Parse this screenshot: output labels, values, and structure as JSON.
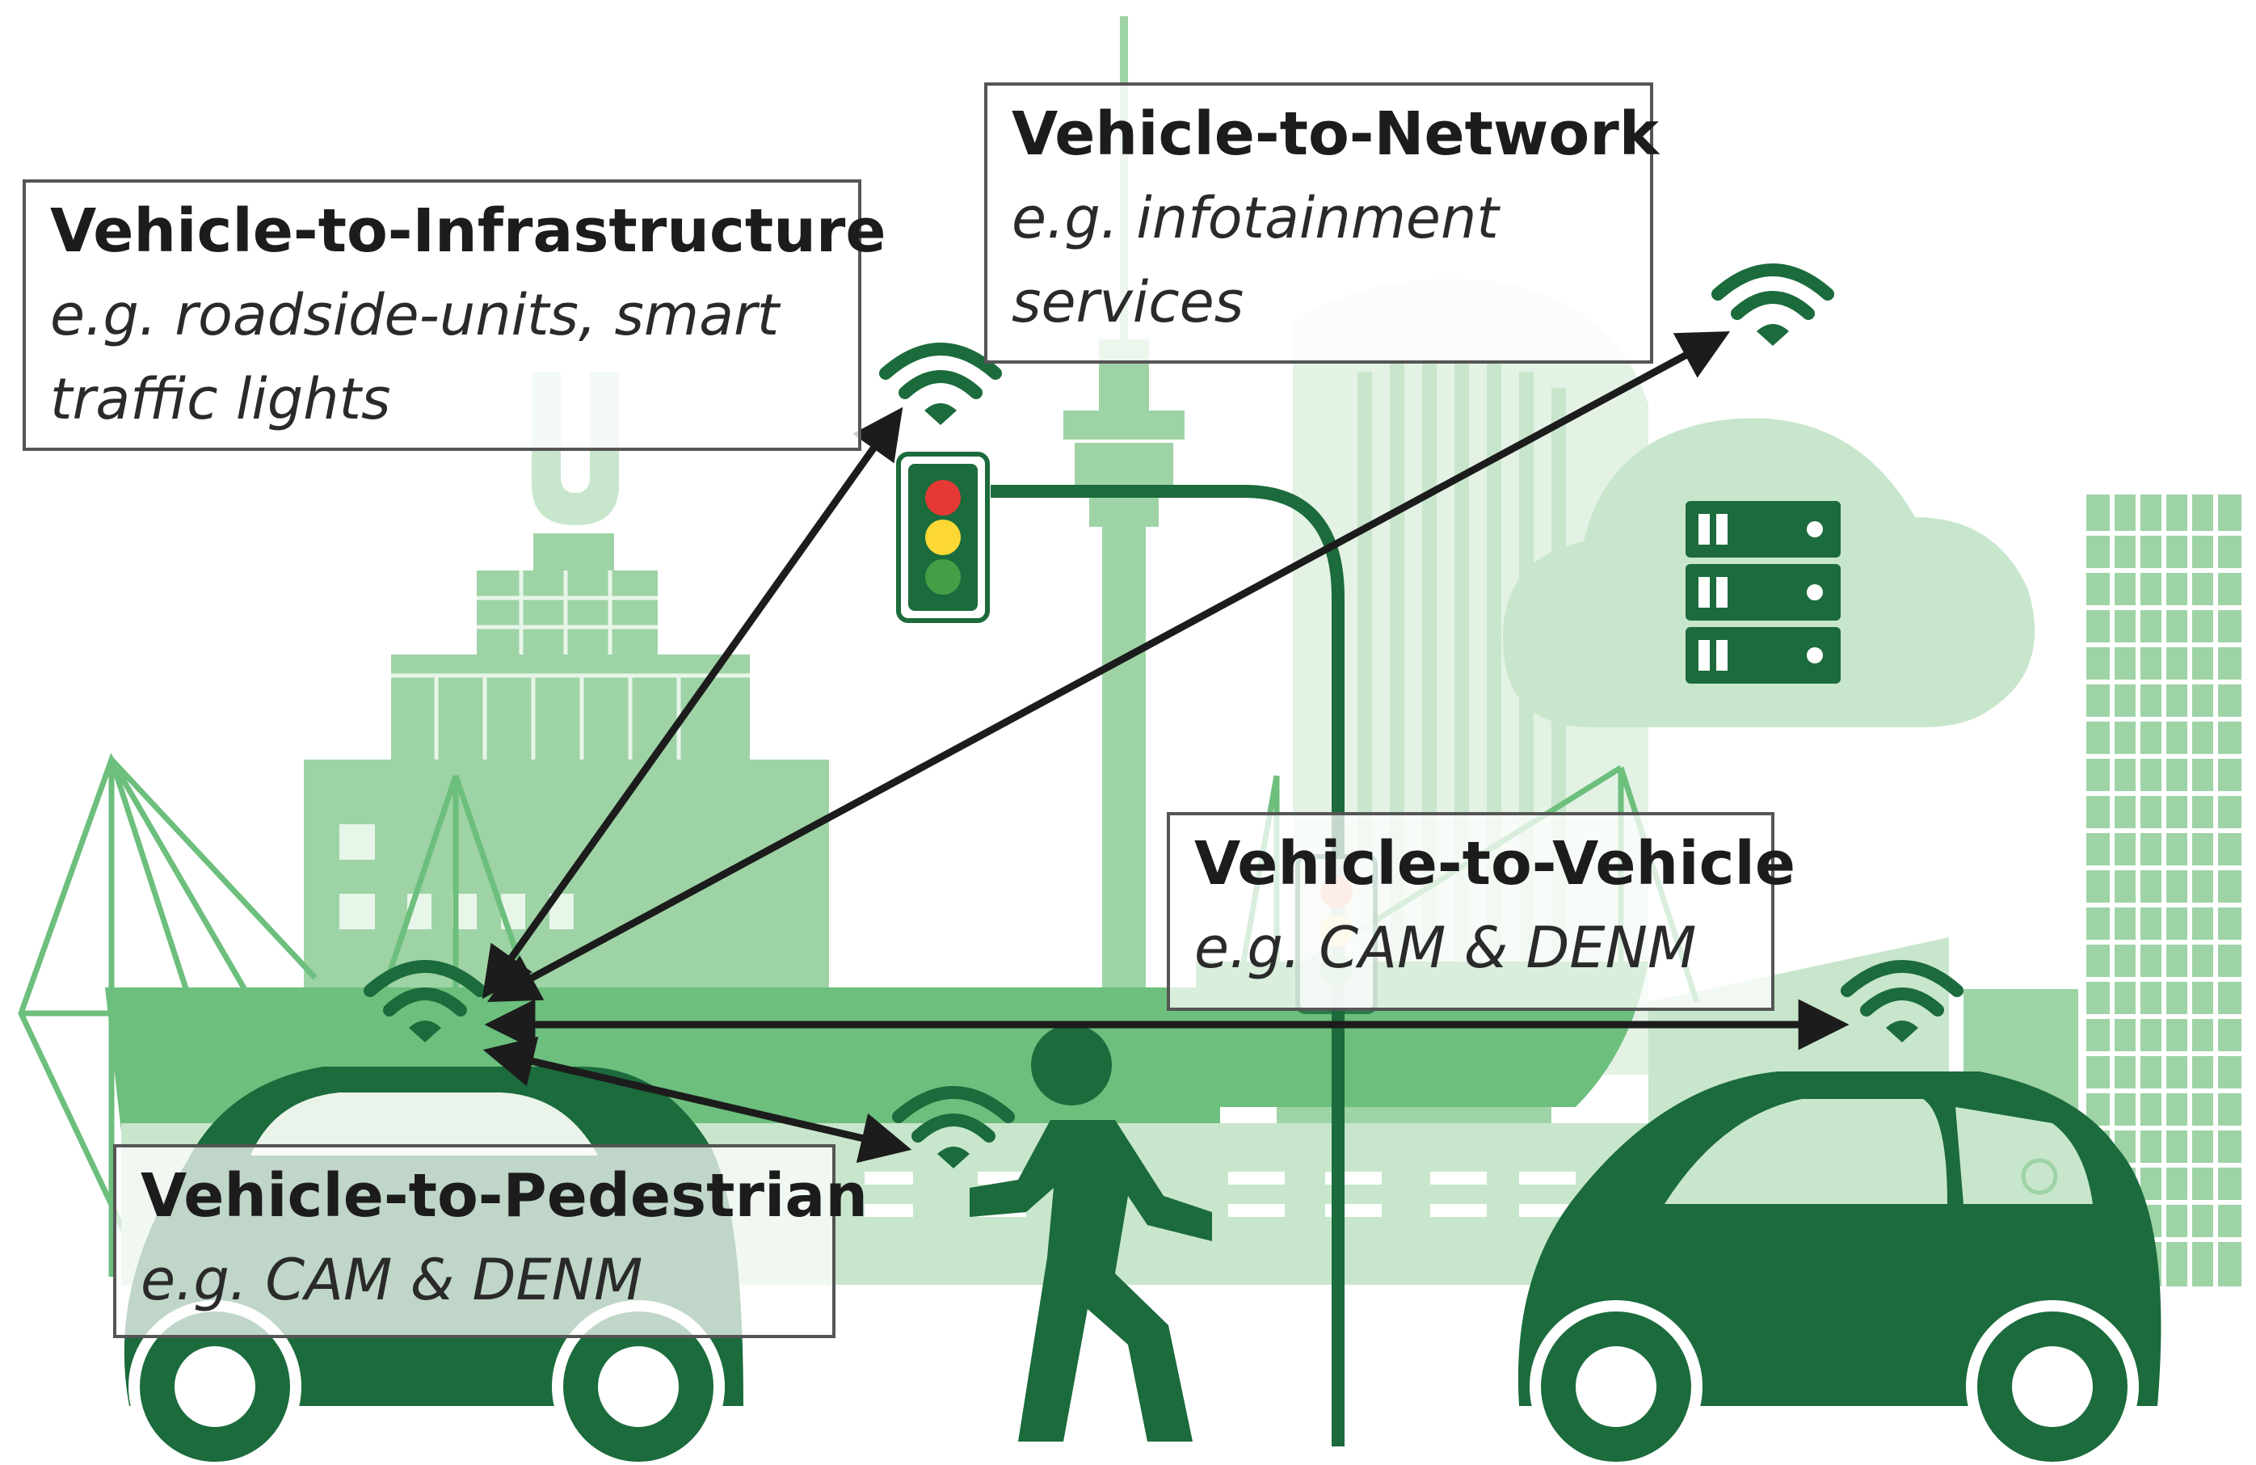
{
  "labels": {
    "v2i": {
      "title": "Vehicle-to-Infrastructure",
      "subtitle": "e.g. roadside-units, smart traffic lights"
    },
    "v2n": {
      "title": "Vehicle-to-Network",
      "subtitle": "e.g. infotainment services"
    },
    "v2v": {
      "title": "Vehicle-to-Vehicle",
      "subtitle": "e.g. CAM & DENM"
    },
    "v2p": {
      "title": "Vehicle-to-Pedestrian",
      "subtitle": "e.g. CAM & DENM"
    }
  },
  "colors": {
    "dark_green": "#1b6b3c",
    "mid_green": "#6cbf7c",
    "light_green": "#9ed3a6",
    "pale_green": "#c8e6cb",
    "arrow": "#1c1c1c",
    "light_red": "#e53935",
    "light_yellow": "#fdd835",
    "light_green_signal": "#43a047"
  },
  "icons": [
    "wifi-icon",
    "traffic-light-icon",
    "cloud-icon",
    "server-icon",
    "pedestrian-icon",
    "car-icon",
    "ferris-wheel-icon",
    "tv-tower-icon"
  ]
}
